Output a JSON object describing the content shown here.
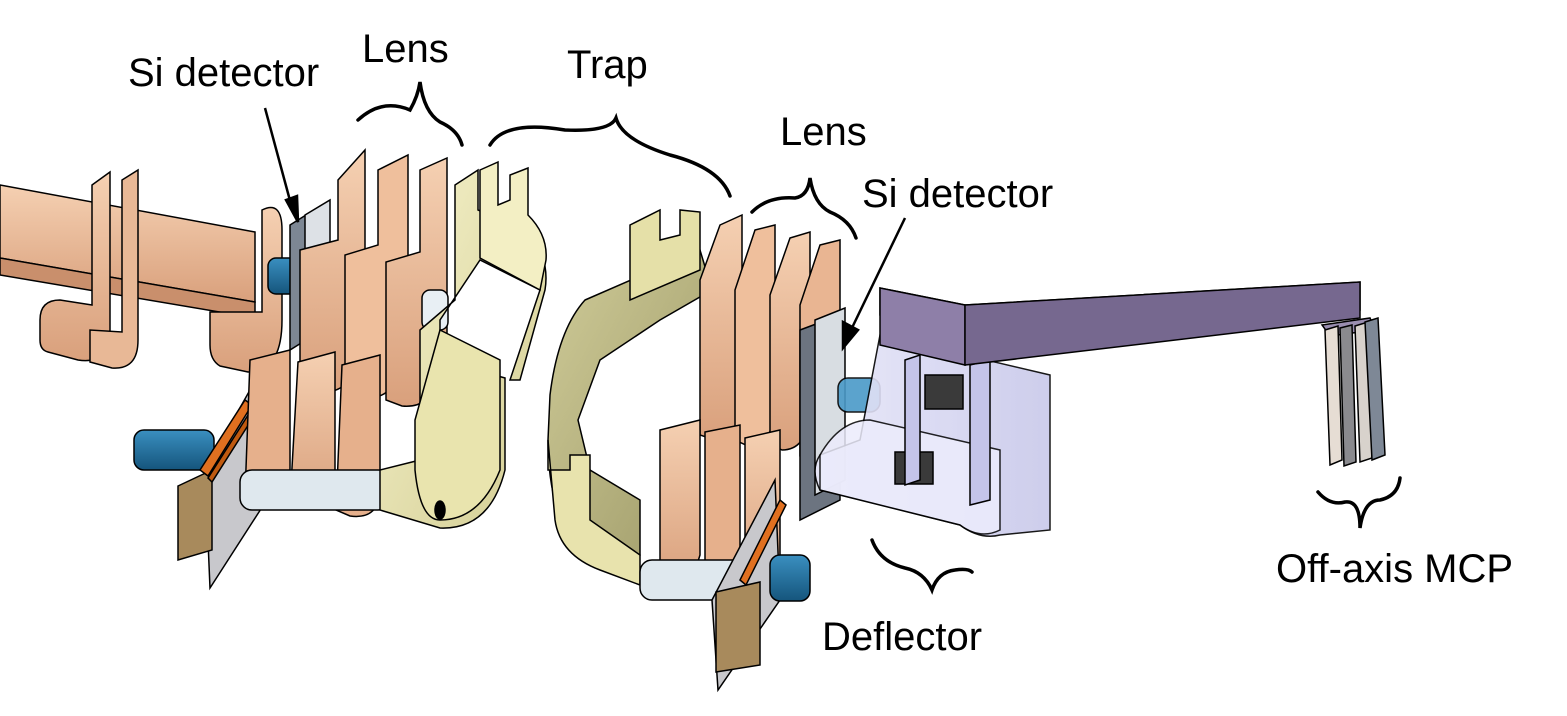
{
  "labels": {
    "si_detector_left": "Si detector",
    "lens_left": "Lens",
    "trap": "Trap",
    "lens_right": "Lens",
    "si_detector_right": "Si detector",
    "deflector": "Deflector",
    "off_axis_mcp": "Off-axis MCP"
  },
  "colors": {
    "copper_light": "#f2c4a0",
    "copper_mid": "#e2a584",
    "copper_dark": "#b07a5a",
    "trap_light": "#f4f1c2",
    "trap_mid": "#d9d49a",
    "trap_dark": "#a9a472",
    "deflector": "#dcdcf4",
    "deflector_edge": "#9a9ac4",
    "arm_top": "#c9b8e6",
    "arm_side": "#7a6a92",
    "insulator": "#d8e4ec",
    "blue_rod": "#1f6e9e",
    "plate": "#b8b8bc",
    "circuit": "#e07020",
    "block": "#a88a5c"
  }
}
